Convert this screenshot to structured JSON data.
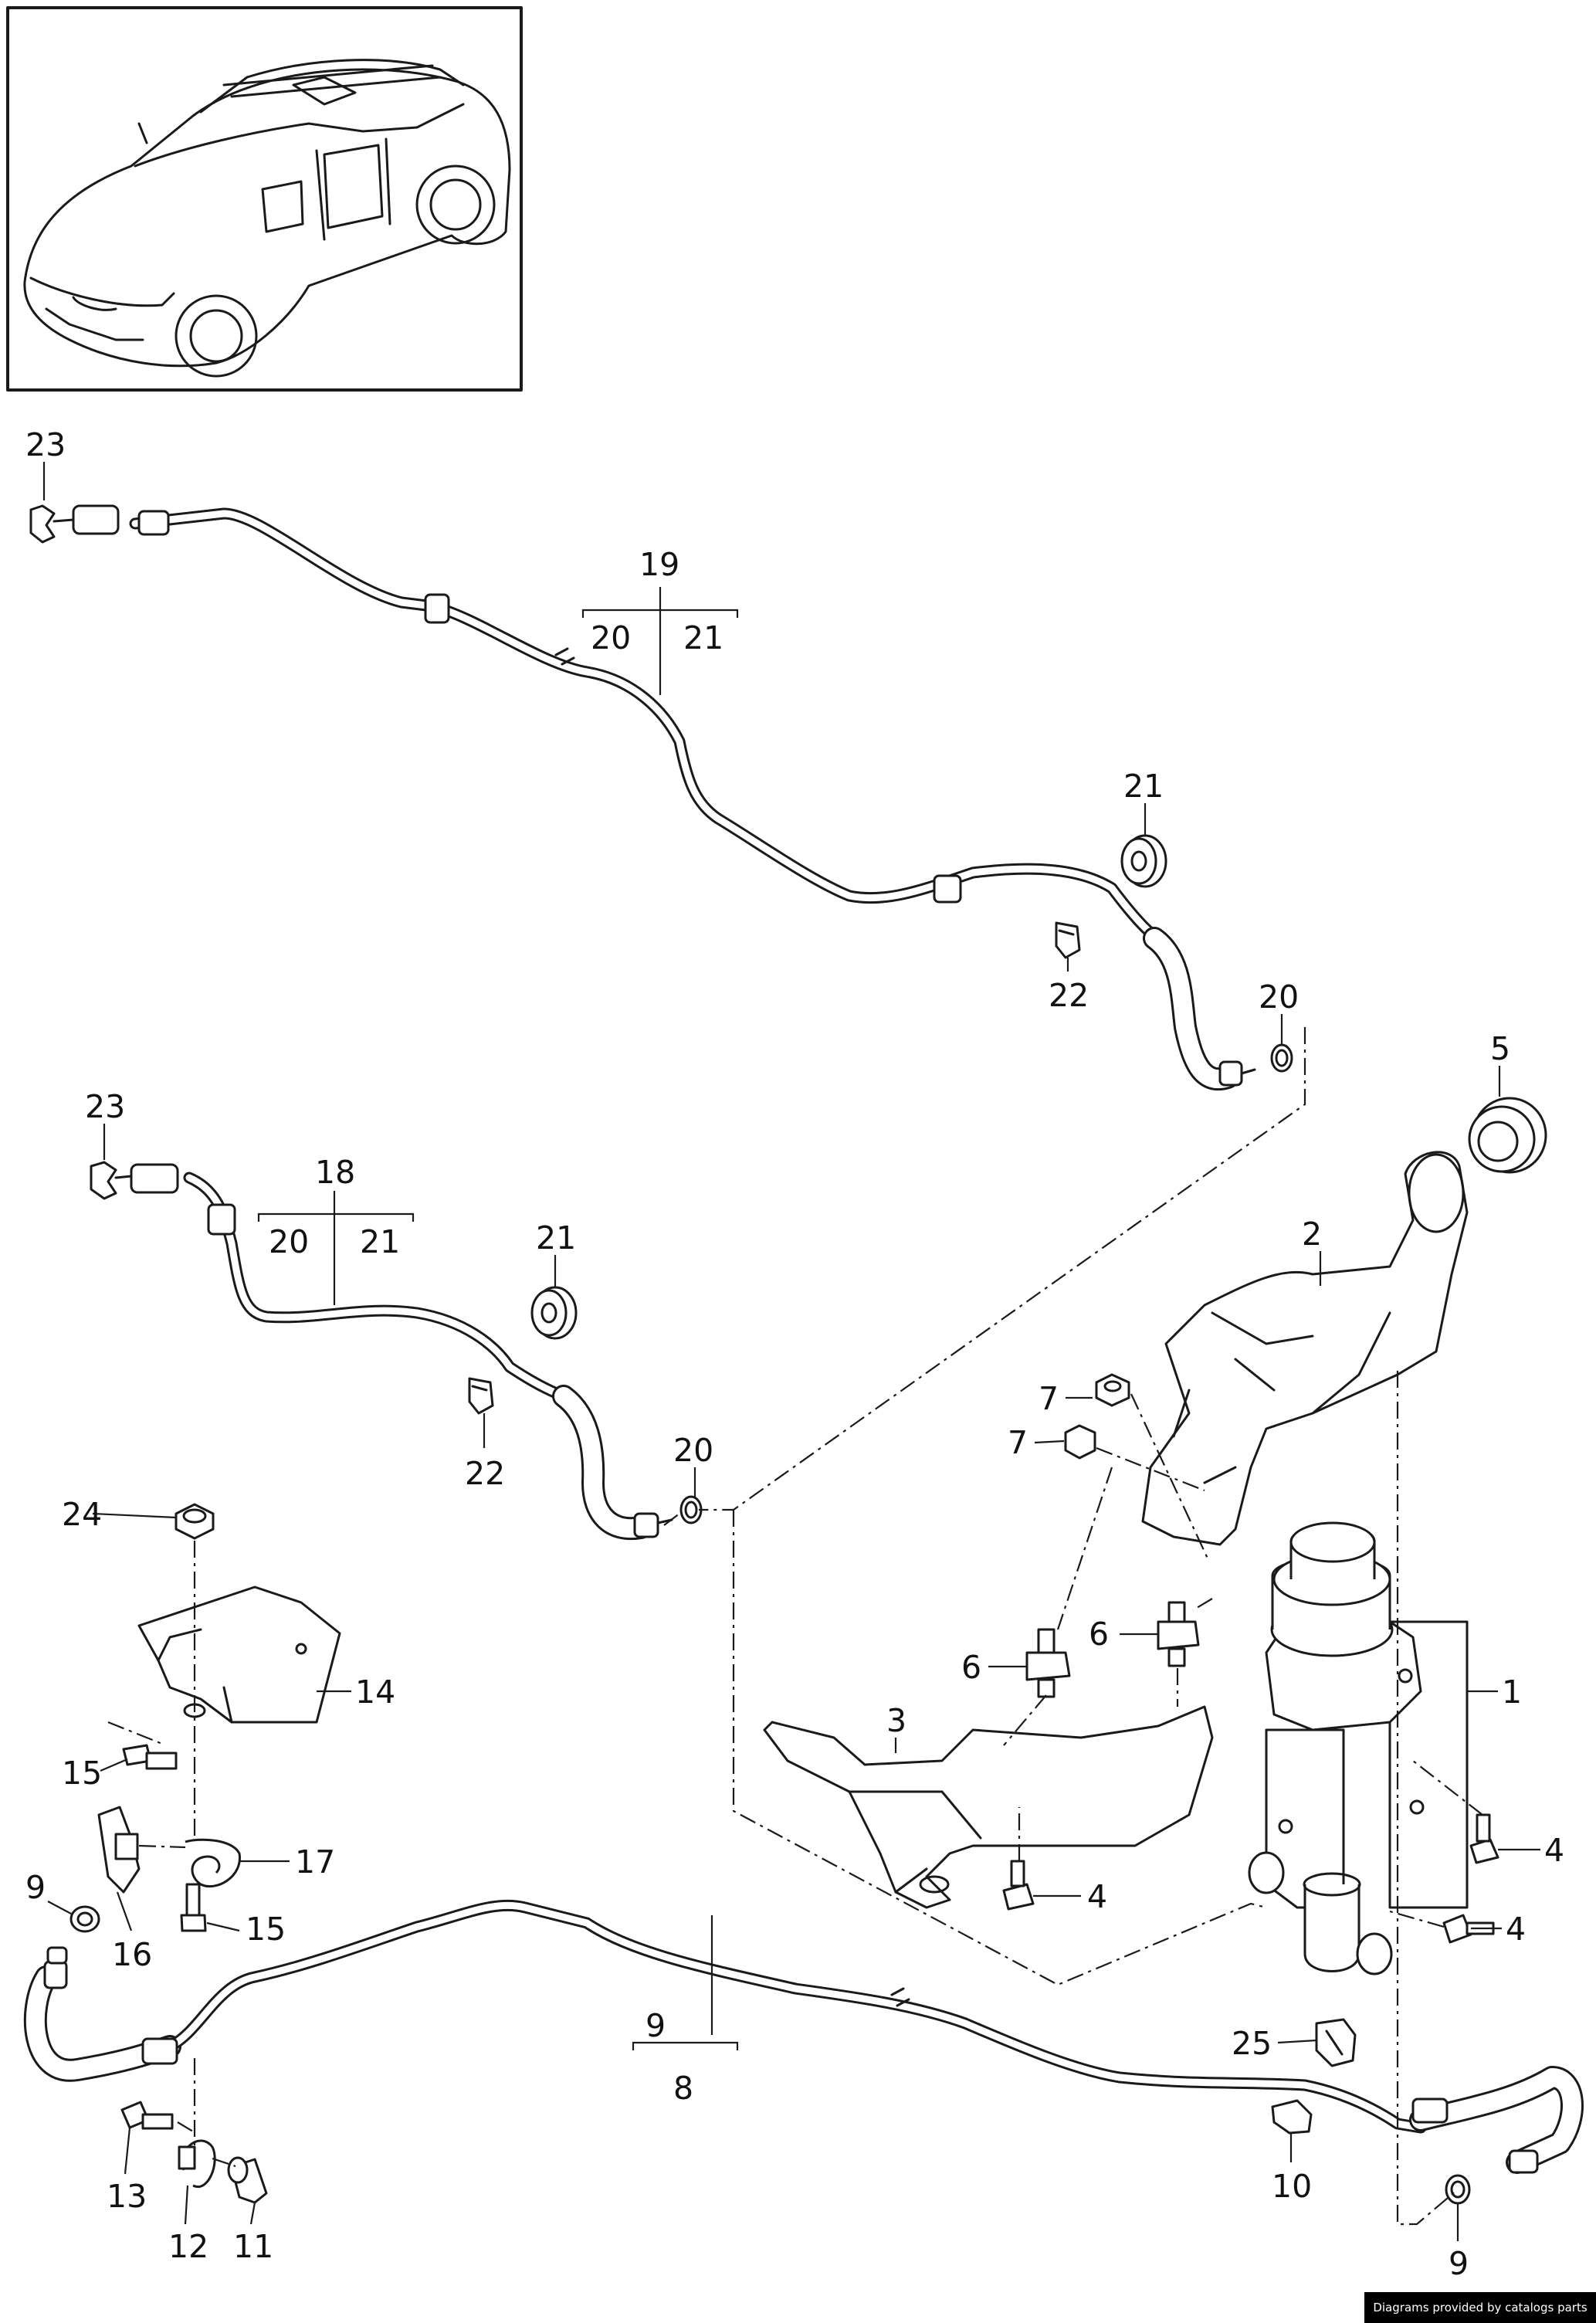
{
  "callouts": {
    "c23a": "23",
    "c19": "19",
    "c19_20": "20",
    "c19_21": "21",
    "c21a": "21",
    "c22a": "22",
    "c20a": "20",
    "c23b": "23",
    "c18": "18",
    "c18_20": "20",
    "c18_21": "21",
    "c21b": "21",
    "c22b": "22",
    "c20b": "20",
    "c5": "5",
    "c2": "2",
    "c7a": "7",
    "c7b": "7",
    "c6a": "6",
    "c6b": "6",
    "c1": "1",
    "c3": "3",
    "c4a": "4",
    "c4b": "4",
    "c4c": "4",
    "c24": "24",
    "c14": "14",
    "c15a": "15",
    "c15b": "15",
    "c17": "17",
    "c9a": "9",
    "c16": "16",
    "c9b": "9",
    "c8": "8",
    "c25": "25",
    "c10": "10",
    "c9c": "9",
    "c13": "13",
    "c12": "12",
    "c11": "11"
  },
  "credit": "Diagrams provided by catalogs parts"
}
